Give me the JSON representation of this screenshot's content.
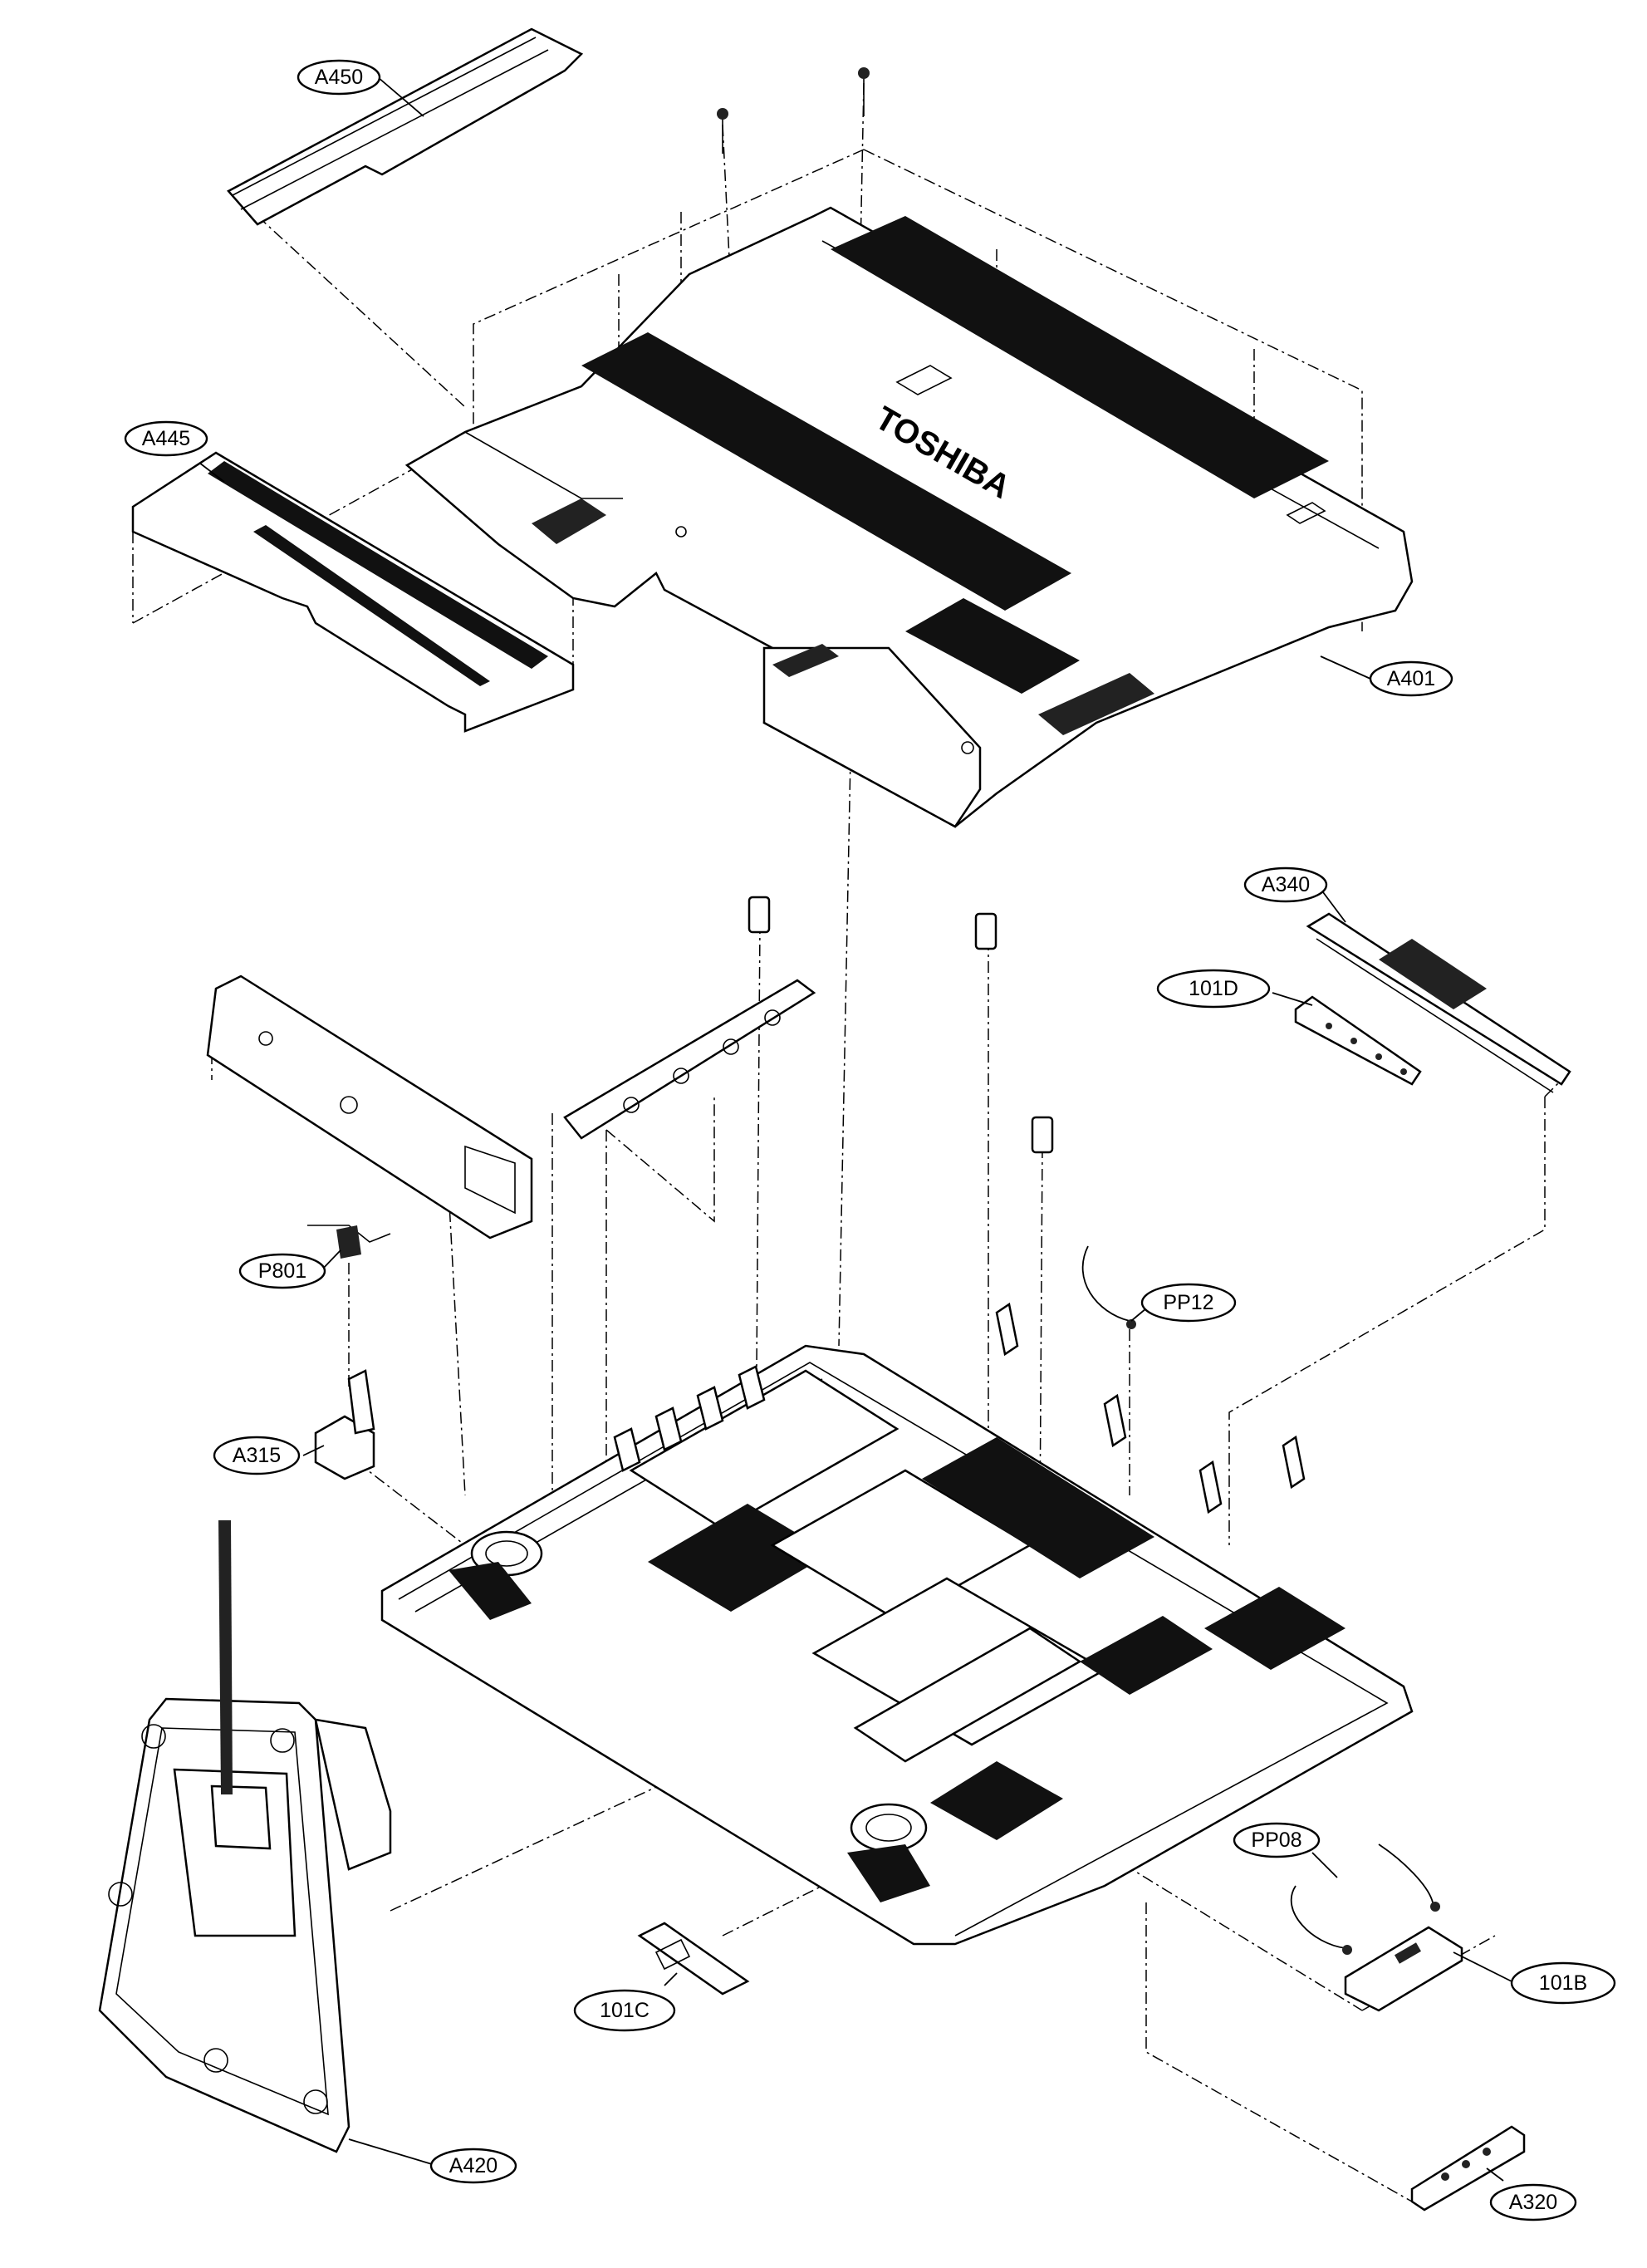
{
  "brand_logo": "TOSHIBA",
  "parts": [
    {
      "id": "A450",
      "label": "A450"
    },
    {
      "id": "A445",
      "label": "A445"
    },
    {
      "id": "A401",
      "label": "A401"
    },
    {
      "id": "A340",
      "label": "A340"
    },
    {
      "id": "101D",
      "label": "101D"
    },
    {
      "id": "P801",
      "label": "P801"
    },
    {
      "id": "PP12",
      "label": "PP12"
    },
    {
      "id": "A315",
      "label": "A315"
    },
    {
      "id": "PP08",
      "label": "PP08"
    },
    {
      "id": "101B",
      "label": "101B"
    },
    {
      "id": "101C",
      "label": "101C"
    },
    {
      "id": "A420",
      "label": "A420"
    },
    {
      "id": "A320",
      "label": "A320"
    }
  ],
  "colors": {
    "line": "#000000",
    "background": "#ffffff"
  }
}
